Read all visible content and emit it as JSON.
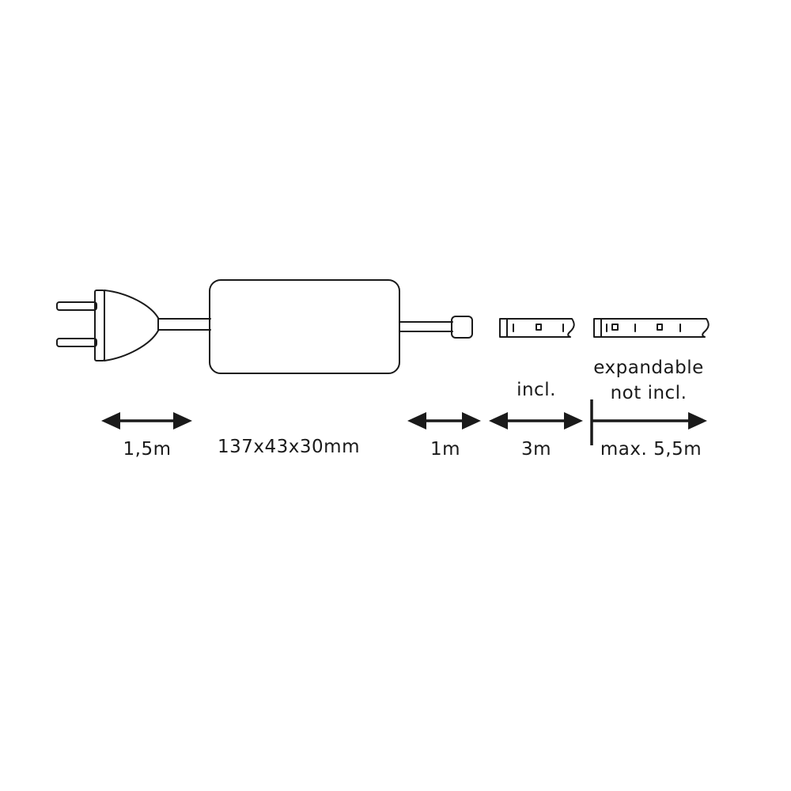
{
  "labels": {
    "plug_cable": "1,5m",
    "driver_dims": "137x43x30mm",
    "feed_cable": "1m",
    "strip_included_tag": "incl.",
    "strip_included_length": "3m",
    "expansion_tag_line1": "expandable",
    "expansion_tag_line2": "not incl.",
    "expansion_max": "max. 5,5m"
  }
}
